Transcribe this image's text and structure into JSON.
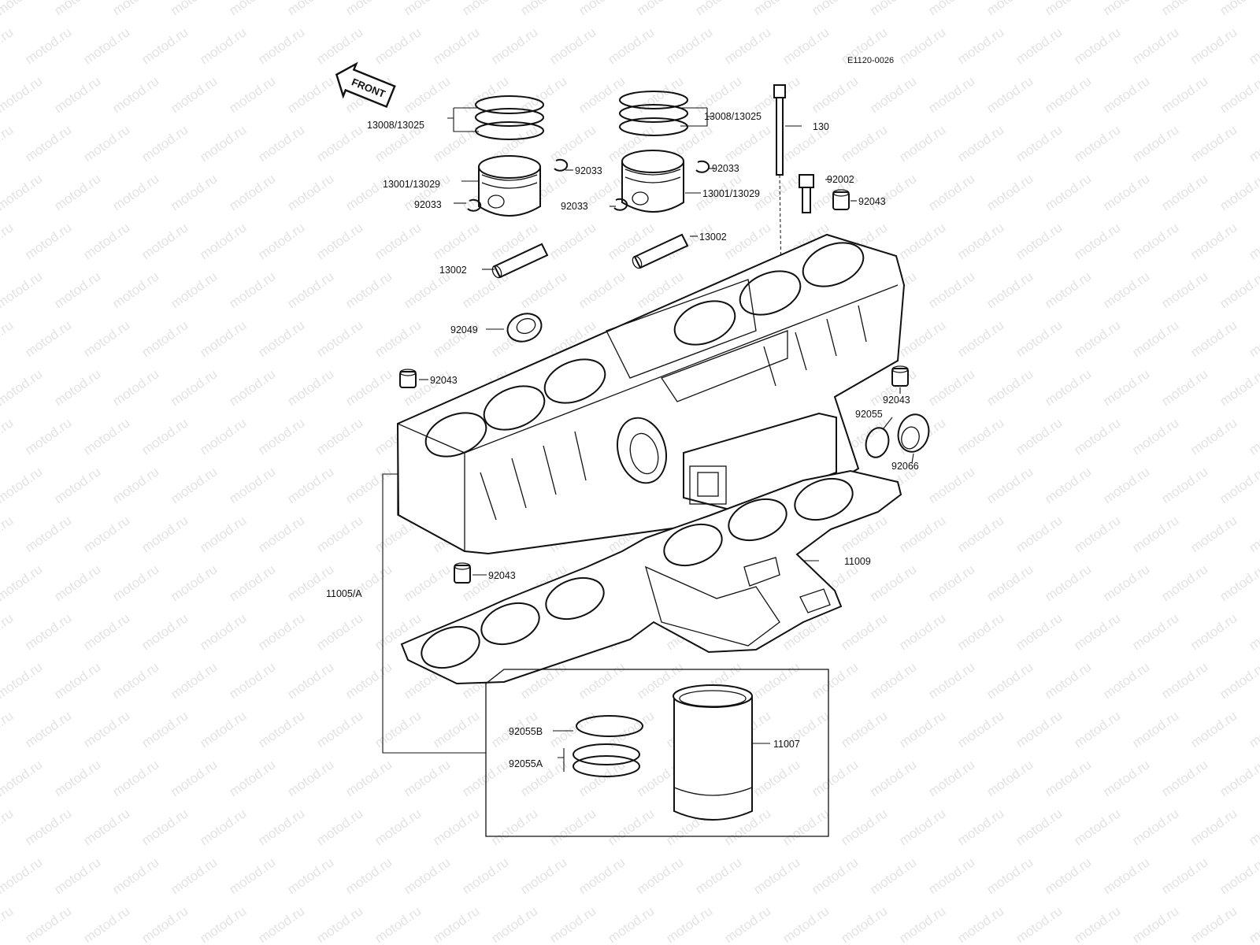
{
  "diagram_code": "E1120-0026",
  "front_label": "FRONT",
  "watermark": "motod.ru",
  "labels": {
    "ring_left": "13008/13025",
    "ring_right": "13008/13025",
    "bolt_long": "130",
    "piston_left": "13001/13029",
    "piston_right": "13001/13029",
    "clip_left_top": "92033",
    "clip_left_bottom": "92033",
    "clip_right_top": "92033",
    "clip_right_left": "92033",
    "bolt_short": "92002",
    "dowel_top_right": "92043",
    "pin_right": "13002",
    "pin_left": "13002",
    "seal": "92049",
    "dowel_left": "92043",
    "dowel_right": "92043",
    "oring_right": "92055",
    "grommet_right": "92066",
    "base_gasket": "11009",
    "dowel_bottom": "92043",
    "cylinder_assy": "11005/A",
    "oring_b": "92055B",
    "oring_a": "92055A",
    "liner": "11007"
  }
}
